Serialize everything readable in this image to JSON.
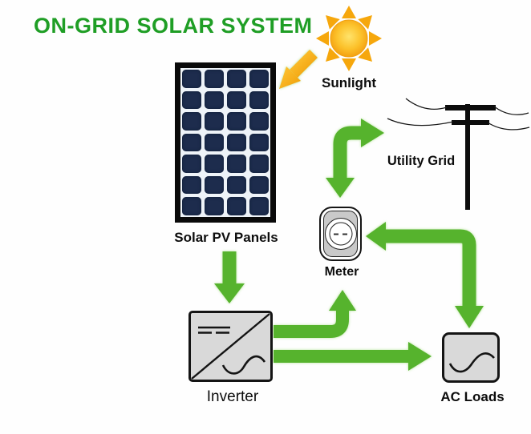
{
  "title": {
    "text": "ON-GRID SOLAR SYSTEM",
    "color": "#1f9e25"
  },
  "colors": {
    "title_green": "#1f9e25",
    "flow_arrow_green": "#56b32d",
    "sunlight_arrow_orange": "#f3a71d",
    "sun_core_yellow": "#ffdf62",
    "sun_edge_orange": "#f2990b",
    "panel_cell_navy": "#1d2c4d",
    "device_box_gray": "#d9d9d9"
  },
  "nodes": {
    "sunlight": {
      "label": "Sunlight"
    },
    "solar_panels": {
      "label": "Solar PV Panels",
      "cell_rows": 7,
      "cell_cols": 4
    },
    "utility_grid": {
      "label": "Utility Grid"
    },
    "meter": {
      "label": "Meter"
    },
    "inverter": {
      "label": "Inverter"
    },
    "ac_loads": {
      "label": "AC Loads"
    }
  },
  "flows": [
    {
      "from": "Sunlight",
      "to": "Solar PV Panels",
      "color": "orange",
      "bidirectional": false
    },
    {
      "from": "Solar PV Panels",
      "to": "Inverter",
      "color": "green",
      "bidirectional": false
    },
    {
      "from": "Inverter",
      "to": "Meter",
      "color": "green",
      "bidirectional": false
    },
    {
      "from": "Inverter",
      "to": "AC Loads",
      "color": "green",
      "bidirectional": false
    },
    {
      "from": "Meter",
      "to": "Utility Grid",
      "color": "green",
      "bidirectional": true
    },
    {
      "from": "Utility Grid",
      "to": "Meter and AC Loads",
      "color": "green",
      "bidirectional": false
    }
  ]
}
